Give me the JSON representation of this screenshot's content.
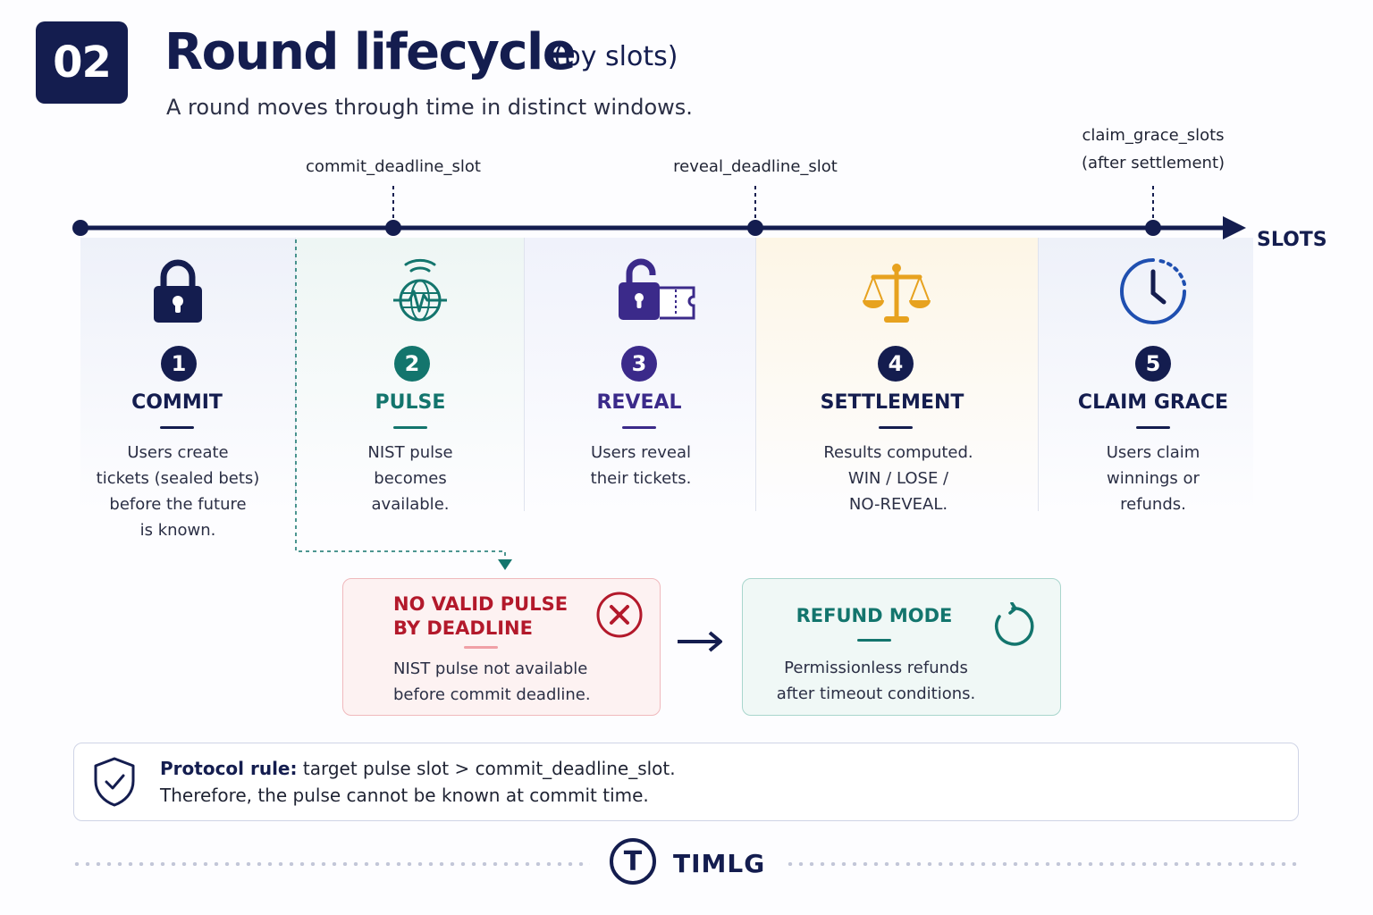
{
  "header": {
    "badge": "02",
    "title": "Round lifecycle",
    "title_suffix": "(by slots)",
    "subtitle": "A round moves through time in distinct windows."
  },
  "timeline": {
    "axis_label": "SLOTS",
    "markers": [
      {
        "label": "commit_deadline_slot"
      },
      {
        "label": "reveal_deadline_slot"
      },
      {
        "label_line1": "claim_grace_slots",
        "label_line2": "(after settlement)"
      }
    ]
  },
  "phases": [
    {
      "number": "1",
      "title": "COMMIT",
      "desc": [
        "Users create",
        "tickets (sealed bets)",
        "before the future",
        "is known."
      ],
      "color": "#141d4f",
      "icon": "lock-icon"
    },
    {
      "number": "2",
      "title": "PULSE",
      "desc": [
        "NIST pulse",
        "becomes",
        "available."
      ],
      "color": "#13756d",
      "icon": "globe-pulse-icon"
    },
    {
      "number": "3",
      "title": "REVEAL",
      "desc": [
        "Users reveal",
        "their tickets."
      ],
      "color": "#3b2a8a",
      "icon": "unlock-ticket-icon"
    },
    {
      "number": "4",
      "title": "SETTLEMENT",
      "desc": [
        "Results computed.",
        "WIN / LOSE /",
        "NO-REVEAL."
      ],
      "color": "#141d4f",
      "icon": "scales-icon"
    },
    {
      "number": "5",
      "title": "CLAIM GRACE",
      "desc": [
        "Users claim",
        "winnings or",
        "refunds."
      ],
      "color": "#141d4f",
      "icon": "clock-icon"
    }
  ],
  "failure": {
    "title_line1": "NO VALID PULSE",
    "title_line2": "BY DEADLINE",
    "desc_line1": "NIST pulse not available",
    "desc_line2": "before commit deadline.",
    "icon": "x-circle-icon",
    "color": "#b3192b"
  },
  "refund": {
    "title": "REFUND MODE",
    "desc_line1": "Permissionless refunds",
    "desc_line2": "after timeout conditions.",
    "icon": "refresh-icon",
    "color": "#13756d"
  },
  "rule": {
    "bold": "Protocol rule:",
    "text1": " target pulse slot > commit_deadline_slot.",
    "text2": "Therefore, the pulse cannot be known at commit time.",
    "icon": "shield-check-icon"
  },
  "footer": {
    "brand": "TIMLG",
    "logo_letter": "T"
  }
}
